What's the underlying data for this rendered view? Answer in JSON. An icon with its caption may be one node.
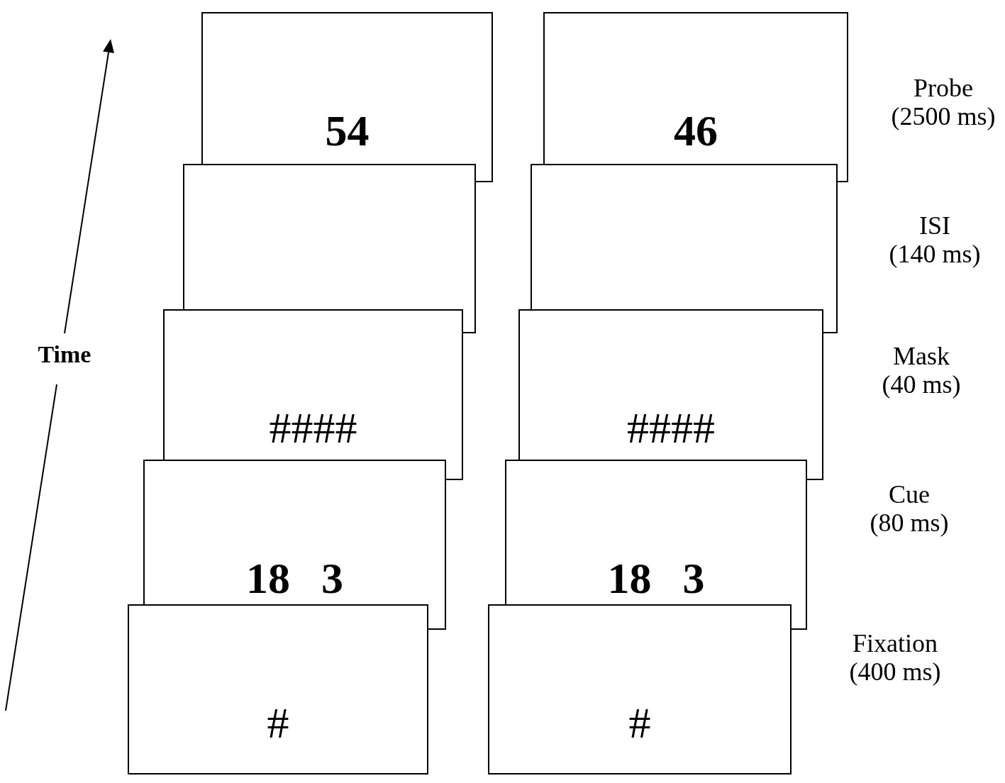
{
  "diagram": {
    "nodes": [
      {
        "text": [
          "54"
        ]
      },
      {
        "text": [
          "46"
        ]
      },
      {
        "text": [],
        "shape": "box"
      },
      {
        "text": [],
        "shape": "box"
      },
      {
        "text": [
          "####"
        ]
      },
      {
        "text": [
          "####"
        ]
      },
      {
        "text": [
          "18",
          "3"
        ]
      },
      {
        "text": [
          "18",
          "3"
        ]
      },
      {
        "text": [
          "#"
        ]
      },
      {
        "text": [
          "#"
        ]
      }
    ],
    "labels": [
      "Probe (2500 ms)",
      "ISI (140 ms)",
      "Time",
      "Mask (40 ms)",
      "Cue (80 ms)",
      "Fixation (400 ms)"
    ]
  }
}
